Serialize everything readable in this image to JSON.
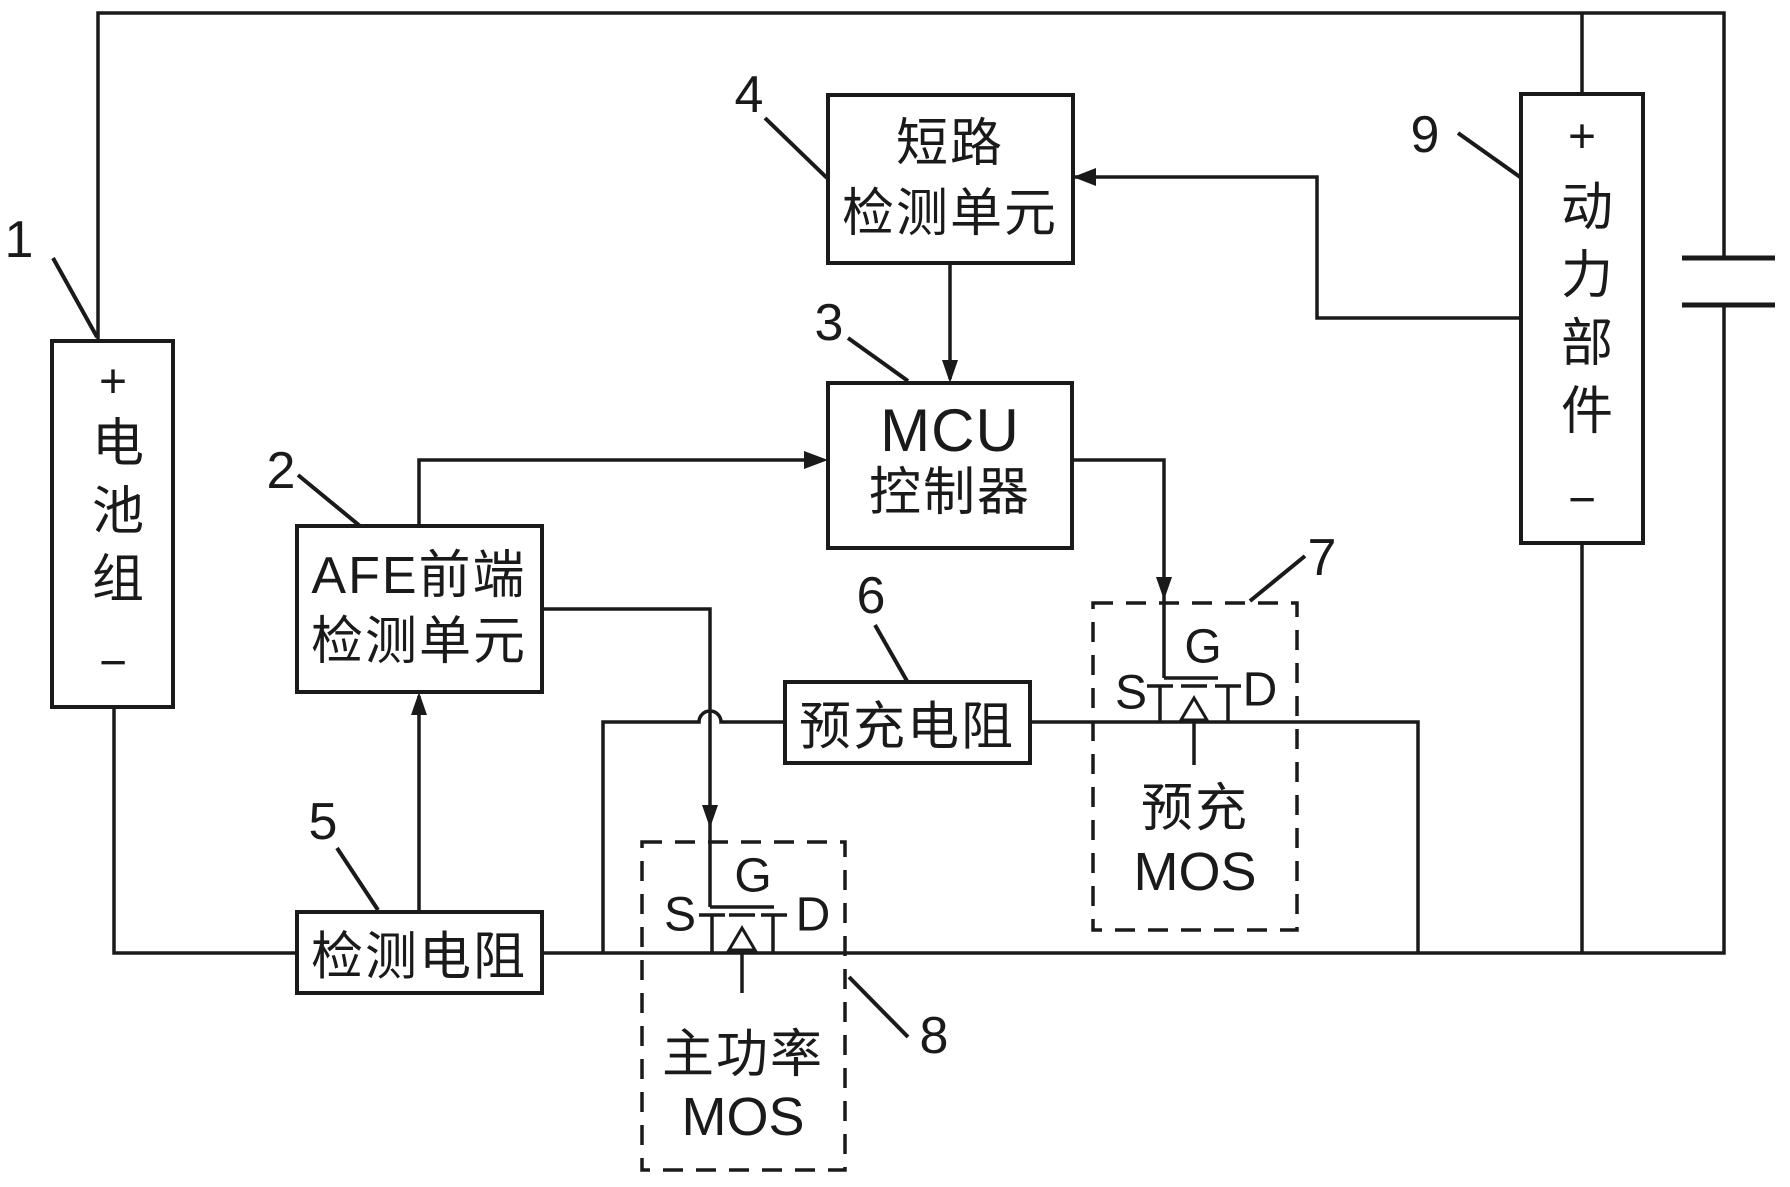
{
  "colors": {
    "background": "#ffffff",
    "line": "#1a1a1a"
  },
  "boxes": {
    "battery": {
      "number": "1",
      "plus": "+",
      "label": "电池组",
      "minus": "−"
    },
    "afe": {
      "number": "2",
      "lines": [
        "AFE前端",
        "检测单元"
      ]
    },
    "mcu": {
      "number": "3",
      "lines": [
        "MCU",
        "控制器"
      ]
    },
    "short_circuit_detect": {
      "number": "4",
      "lines": [
        "短路",
        "检测单元"
      ]
    },
    "sense_resistor": {
      "number": "5",
      "label": "检测电阻"
    },
    "precharge_resistor": {
      "number": "6",
      "label": "预充电阻"
    },
    "precharge_mos": {
      "number": "7",
      "lines": [
        "预充",
        "MOS"
      ],
      "source": "S",
      "gate": "G",
      "drain": "D"
    },
    "main_mos": {
      "number": "8",
      "lines": [
        "主功率",
        "MOS"
      ],
      "source": "S",
      "gate": "G",
      "drain": "D"
    },
    "power_unit": {
      "number": "9",
      "plus": "+",
      "label": "动力部件",
      "minus": "−"
    }
  }
}
